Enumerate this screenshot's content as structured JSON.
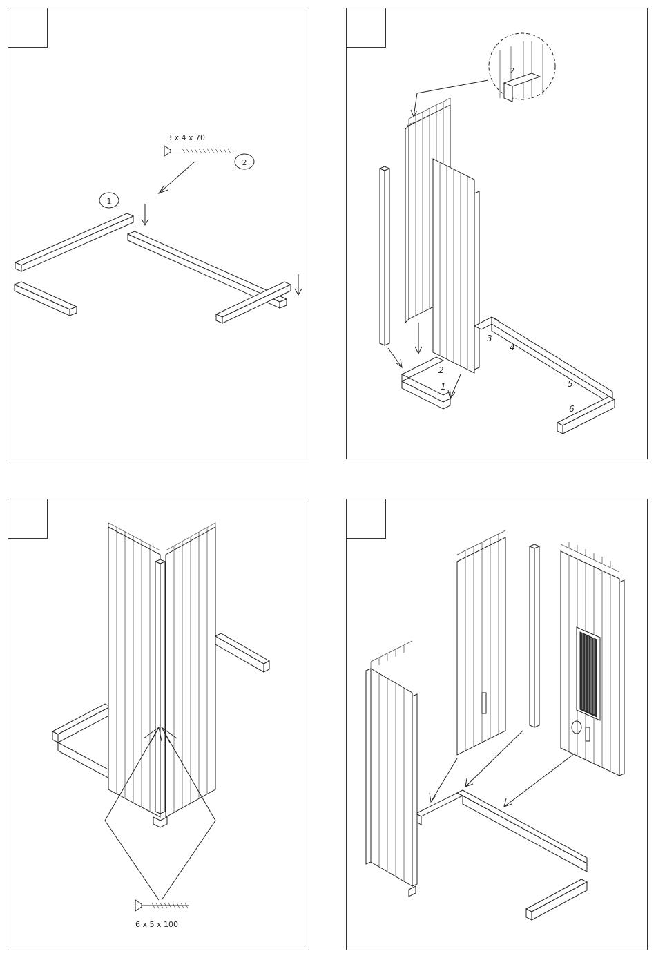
{
  "steps": [
    {
      "screw_spec": "3 x    4 x 70",
      "callouts": [
        "1",
        "2"
      ]
    },
    {
      "detail_callout": "2",
      "frame_numbers": [
        "2",
        "3",
        "4",
        "5",
        "6",
        "1"
      ]
    },
    {
      "screw_spec": "6 x    5 x 100"
    },
    {}
  ]
}
